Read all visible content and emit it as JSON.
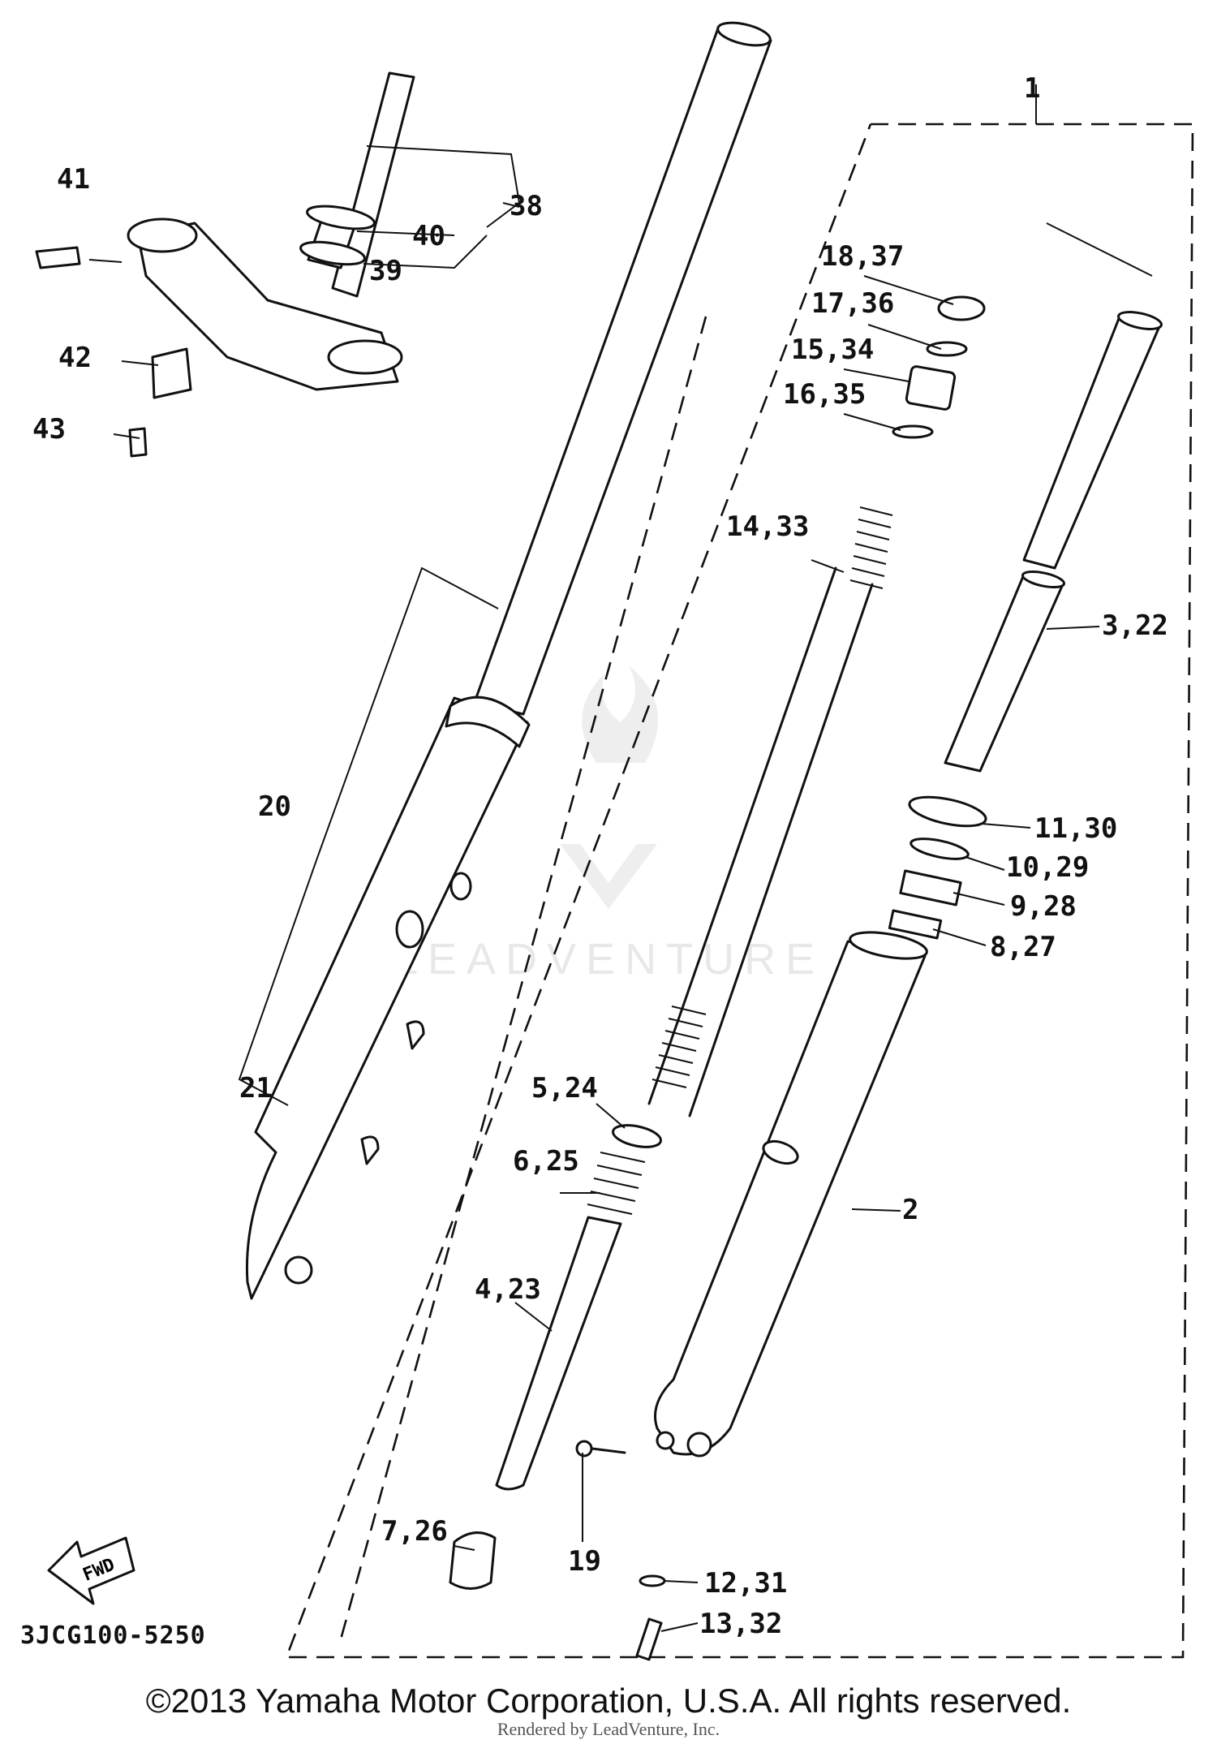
{
  "diagram_code": "3JCG100-5250",
  "watermark": "LEADVENTURE",
  "fwd_label": "FWD",
  "copyright": "©2013 Yamaha Motor Corporation, U.S.A. All rights reserved.",
  "rendered_by": "Rendered by LeadVenture, Inc.",
  "callouts": {
    "c1": "1",
    "c2": "2",
    "c3_22": "3,22",
    "c4_23": "4,23",
    "c5_24": "5,24",
    "c6_25": "6,25",
    "c7_26": "7,26",
    "c8_27": "8,27",
    "c9_28": "9,28",
    "c10_29": "10,29",
    "c11_30": "11,30",
    "c12_31": "12,31",
    "c13_32": "13,32",
    "c14_33": "14,33",
    "c15_34": "15,34",
    "c16_35": "16,35",
    "c17_36": "17,36",
    "c18_37": "18,37",
    "c19": "19",
    "c20": "20",
    "c21": "21",
    "c38": "38",
    "c39": "39",
    "c40": "40",
    "c41": "41",
    "c42": "42",
    "c43": "43"
  }
}
